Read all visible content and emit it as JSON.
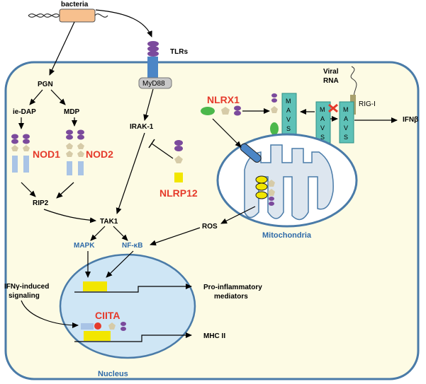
{
  "labels": {
    "bacteria": "bacteria",
    "tlrs": "TLRs",
    "myd88": "MyD88",
    "viral_rna_1": "Viral",
    "viral_rna_2": "RNA",
    "rig_i": "RIG-I",
    "ifnb": "IFNβ",
    "pgn": "PGN",
    "ie_dap": "ie-DAP",
    "mdp": "MDP",
    "nod1": "NOD1",
    "nod2": "NOD2",
    "rip2": "RIP2",
    "irak1": "IRAK-1",
    "nlrp12": "NLRP12",
    "nlrx1": "NLRX1",
    "mavs_1": "M",
    "mavs_2": "A",
    "mavs_3": "V",
    "mavs_4": "S",
    "tak1": "TAK1",
    "mapk": "MAPK",
    "nfkb": "NF-κB",
    "ros": "ROS",
    "mitochondria": "Mitochondria",
    "ifng_1": "IFNγ-induced",
    "ifng_2": "signaling",
    "ciita": "CIITA",
    "proinf_1": "Pro-inflammatory",
    "proinf_2": "mediators",
    "mhc2": "MHC II",
    "nucleus": "Nucleus"
  },
  "colors": {
    "cell_fill": "#fdfbe4",
    "cell_border": "#4a7ba8",
    "nucleus_fill": "#cfe6f5",
    "mito_fill": "#dde6ef",
    "red_label": "#e53a2b",
    "blue_label": "#2e6aa8",
    "mavs_fill": "#5ec1b7",
    "purple": "#7b4a9c",
    "green": "#4bb84b",
    "yellow": "#f2e600",
    "light_blue_bar": "#a9c4e6",
    "tan": "#d6cba8"
  }
}
